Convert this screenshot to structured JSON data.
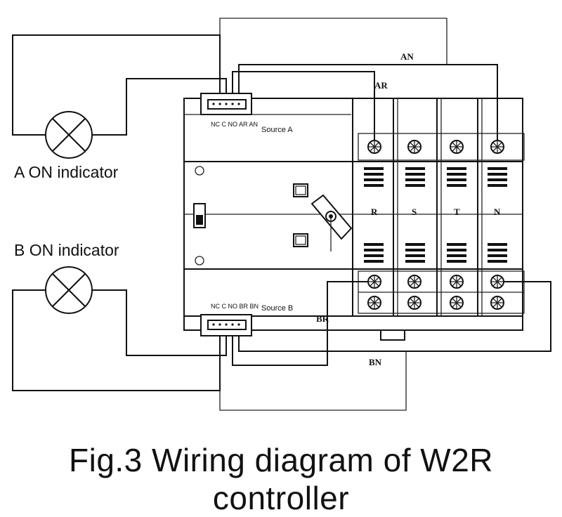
{
  "caption": "Fig.3 Wiring diagram of W2R controller",
  "indicators": {
    "a": "A ON indicator",
    "b": "B ON indicator"
  },
  "sources": {
    "a_label": "Source A",
    "a_terminals": "NC C NO AR AN",
    "b_label": "Source B",
    "b_terminals": "NC C NO BR BN"
  },
  "wires": {
    "an": "AN",
    "ar": "AR",
    "br": "BR",
    "bn": "BN"
  },
  "poles": [
    "R",
    "S",
    "T",
    "N"
  ]
}
